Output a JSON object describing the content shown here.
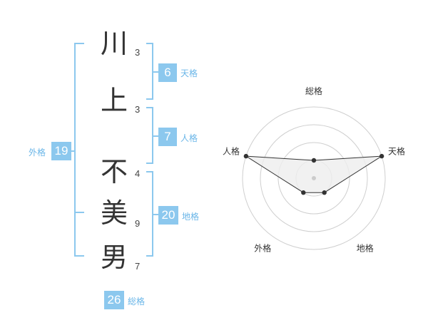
{
  "name_chars": [
    {
      "char": "川",
      "strokes": "3"
    },
    {
      "char": "上",
      "strokes": "3"
    },
    {
      "char": "不",
      "strokes": "4"
    },
    {
      "char": "美",
      "strokes": "9"
    },
    {
      "char": "男",
      "strokes": "7"
    }
  ],
  "kakusuu": {
    "tenkaku": {
      "value": "6",
      "label": "天格"
    },
    "jinkaku": {
      "value": "7",
      "label": "人格"
    },
    "chikaku": {
      "value": "20",
      "label": "地格"
    },
    "gaikaku": {
      "value": "19",
      "label": "外格"
    },
    "soukaku": {
      "value": "26",
      "label": "総格"
    }
  },
  "chart_data": {
    "type": "radar",
    "axes": [
      "総格",
      "天格",
      "地格",
      "外格",
      "人格"
    ],
    "values": [
      1,
      4,
      1,
      1,
      4
    ],
    "rmax": 4,
    "rings": 4,
    "colors": {
      "ring": "#cfcfcf",
      "fill": "#eeeeee",
      "line": "#333333",
      "point": "#333333",
      "center": "#cccccc"
    }
  }
}
